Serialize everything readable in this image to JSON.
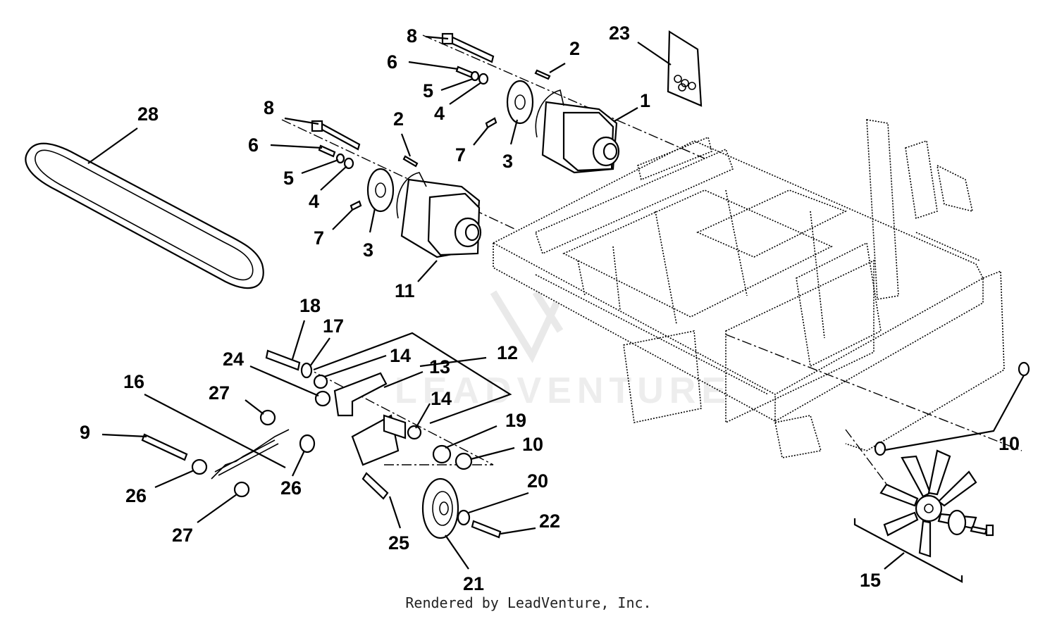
{
  "diagram": {
    "callouts": [
      {
        "id": "1",
        "label": "1"
      },
      {
        "id": "2a",
        "label": "2"
      },
      {
        "id": "2b",
        "label": "2"
      },
      {
        "id": "3a",
        "label": "3"
      },
      {
        "id": "3b",
        "label": "3"
      },
      {
        "id": "4a",
        "label": "4"
      },
      {
        "id": "4b",
        "label": "4"
      },
      {
        "id": "5a",
        "label": "5"
      },
      {
        "id": "5b",
        "label": "5"
      },
      {
        "id": "6a",
        "label": "6"
      },
      {
        "id": "6b",
        "label": "6"
      },
      {
        "id": "7a",
        "label": "7"
      },
      {
        "id": "7b",
        "label": "7"
      },
      {
        "id": "8a",
        "label": "8"
      },
      {
        "id": "8b",
        "label": "8"
      },
      {
        "id": "9",
        "label": "9"
      },
      {
        "id": "10a",
        "label": "10"
      },
      {
        "id": "10b",
        "label": "10"
      },
      {
        "id": "11",
        "label": "11"
      },
      {
        "id": "12",
        "label": "12"
      },
      {
        "id": "13",
        "label": "13"
      },
      {
        "id": "14a",
        "label": "14"
      },
      {
        "id": "14b",
        "label": "14"
      },
      {
        "id": "15",
        "label": "15"
      },
      {
        "id": "16",
        "label": "16"
      },
      {
        "id": "17",
        "label": "17"
      },
      {
        "id": "18",
        "label": "18"
      },
      {
        "id": "19",
        "label": "19"
      },
      {
        "id": "20",
        "label": "20"
      },
      {
        "id": "21",
        "label": "21"
      },
      {
        "id": "22",
        "label": "22"
      },
      {
        "id": "23",
        "label": "23"
      },
      {
        "id": "24",
        "label": "24"
      },
      {
        "id": "25",
        "label": "25"
      },
      {
        "id": "26a",
        "label": "26"
      },
      {
        "id": "26b",
        "label": "26"
      },
      {
        "id": "27a",
        "label": "27"
      },
      {
        "id": "27b",
        "label": "27"
      },
      {
        "id": "28",
        "label": "28"
      }
    ],
    "watermark": "LEADVENTURE"
  },
  "footer": {
    "text": "Rendered by LeadVenture, Inc."
  }
}
